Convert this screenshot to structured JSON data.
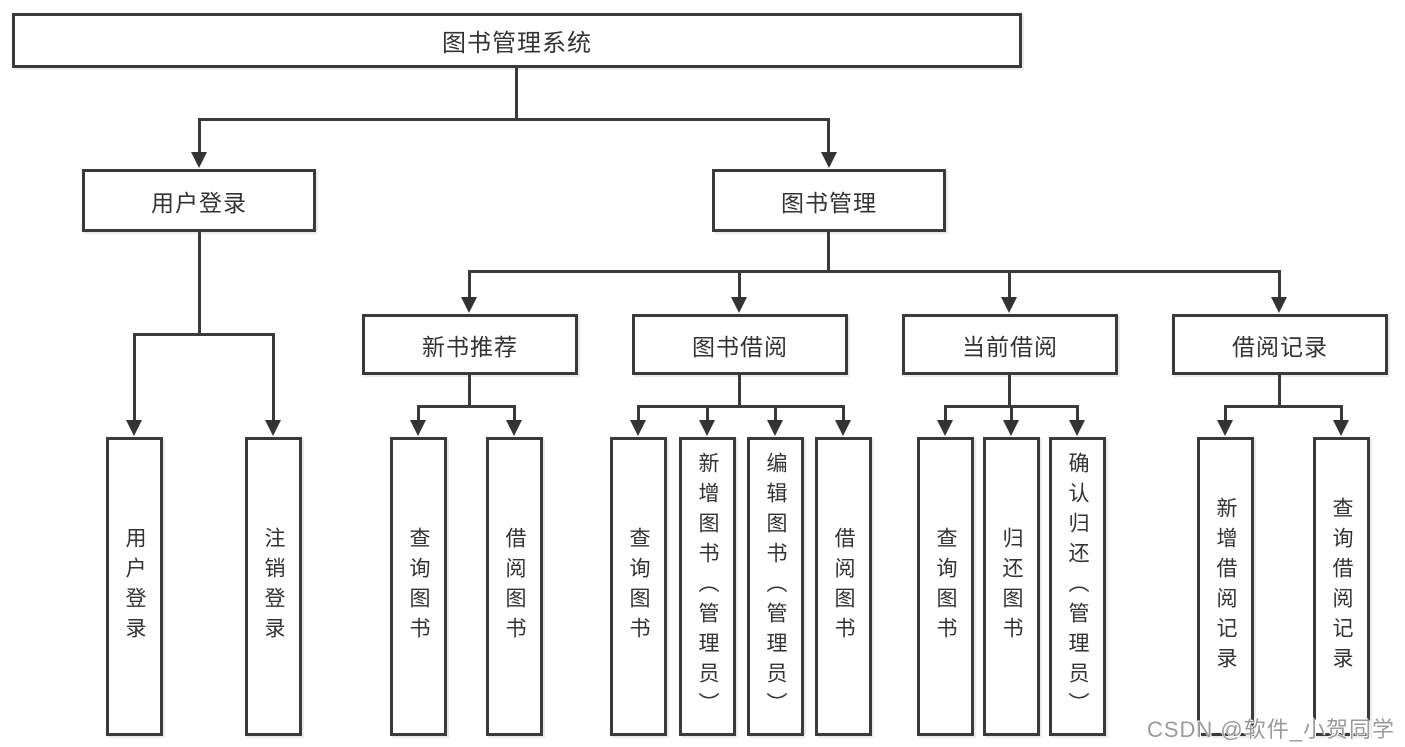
{
  "diagram": {
    "root": {
      "label": "图书管理系统"
    },
    "level2": {
      "user_login": {
        "label": "用户登录"
      },
      "book_mgmt": {
        "label": "图书管理"
      }
    },
    "level3": {
      "new_book_rec": {
        "label": "新书推荐"
      },
      "book_borrow": {
        "label": "图书借阅"
      },
      "current_borrow": {
        "label": "当前借阅"
      },
      "borrow_record": {
        "label": "借阅记录"
      }
    },
    "leaves": {
      "ul_user_login": {
        "label": "用户登录"
      },
      "ul_logout": {
        "label": "注销登录"
      },
      "nb_query": {
        "label": "查询图书"
      },
      "nb_borrow": {
        "label": "借阅图书"
      },
      "bb_query": {
        "label": "查询图书"
      },
      "bb_add": {
        "label": "新增图书（管理员）"
      },
      "bb_edit": {
        "label": "编辑图书（管理员）"
      },
      "bb_borrow": {
        "label": "借阅图书"
      },
      "cb_query": {
        "label": "查询图书"
      },
      "cb_return": {
        "label": "归还图书"
      },
      "cb_confirm": {
        "label": "确认归还（管理员）"
      },
      "br_add": {
        "label": "新增借阅记录"
      },
      "br_query": {
        "label": "查询借阅记录"
      }
    }
  },
  "colors": {
    "line": "#3a3a3a",
    "text": "#333333",
    "watermark_text": "#9a9a9a"
  },
  "watermark": "CSDN @软件_小贺同学"
}
